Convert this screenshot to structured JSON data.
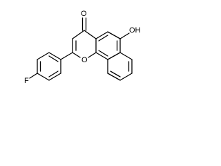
{
  "molecule": {
    "atoms": {
      "carbonyl_oxygen": "O",
      "hydroxyl": "OH",
      "ring_oxygen": "O",
      "fluorine": "F"
    },
    "colors": {
      "bond": "#000000",
      "label": "#000000",
      "background": "#ffffff"
    }
  }
}
